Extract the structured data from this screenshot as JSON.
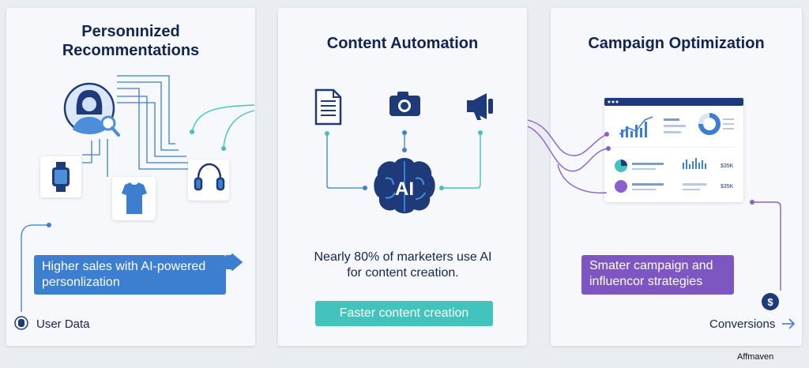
{
  "panels": [
    {
      "title_line1": "Personınized",
      "title_line2": "Recommentations"
    },
    {
      "title": "Content Automation"
    },
    {
      "title": "Campaign Optimization"
    }
  ],
  "personalization": {
    "badge_line1": "Higher sales with AI-powered",
    "badge_line2": "personlization",
    "footer_label": "User Data",
    "icons": [
      "user-avatar-icon",
      "search-icon",
      "smartwatch-icon",
      "tshirt-icon",
      "headphones-icon",
      "database-icon"
    ]
  },
  "content": {
    "ai_label": "AI",
    "stat_line1": "Nearly 80% of marketers use AI",
    "stat_line2": "for content creation.",
    "badge": "Faster content creation",
    "icons": [
      "document-icon",
      "camera-icon",
      "megaphone-icon",
      "brain-icon"
    ]
  },
  "campaign": {
    "badge_line1": "Smater campaign and",
    "badge_line2": "influencor strategies",
    "footer_label": "Conversions",
    "coin_symbol": "$",
    "dashboard_values": [
      "$35K",
      "$35K"
    ],
    "icons": [
      "dashboard-icon",
      "dollar-coin-icon",
      "arrow-right-icon"
    ]
  },
  "credit": "Affmaven",
  "colors": {
    "navy": "#112552",
    "blue": "#3c7fd1",
    "teal": "#42c4bd",
    "purple": "#7e56c2",
    "panel": "#f7f8fb",
    "background": "#e9ecf1"
  }
}
